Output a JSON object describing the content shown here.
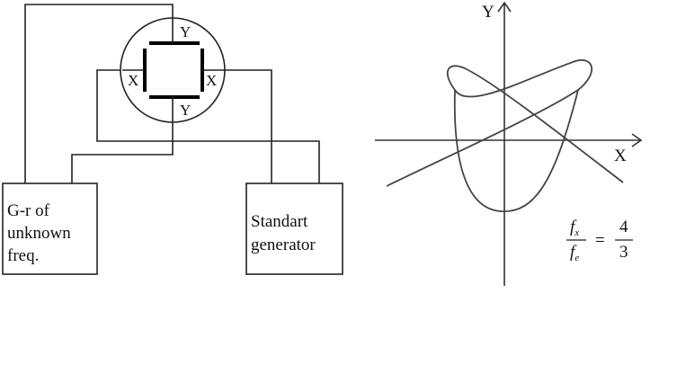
{
  "circuit": {
    "plate_labels": {
      "top": "Y",
      "bottom": "Y",
      "left": "X",
      "right": "X"
    },
    "unknown_generator": {
      "lines": [
        "G-r of",
        "unknown",
        "freq."
      ]
    },
    "standard_generator": {
      "lines": [
        "Standart",
        "generator"
      ]
    }
  },
  "lissajous": {
    "x_axis_label": "X",
    "y_axis_label": "Y"
  },
  "formula": {
    "numerator_symbol": "f",
    "numerator_subscript": "x",
    "denominator_symbol": "f",
    "denominator_subscript": "e",
    "equals": "=",
    "ratio_numerator": "4",
    "ratio_denominator": "3"
  }
}
